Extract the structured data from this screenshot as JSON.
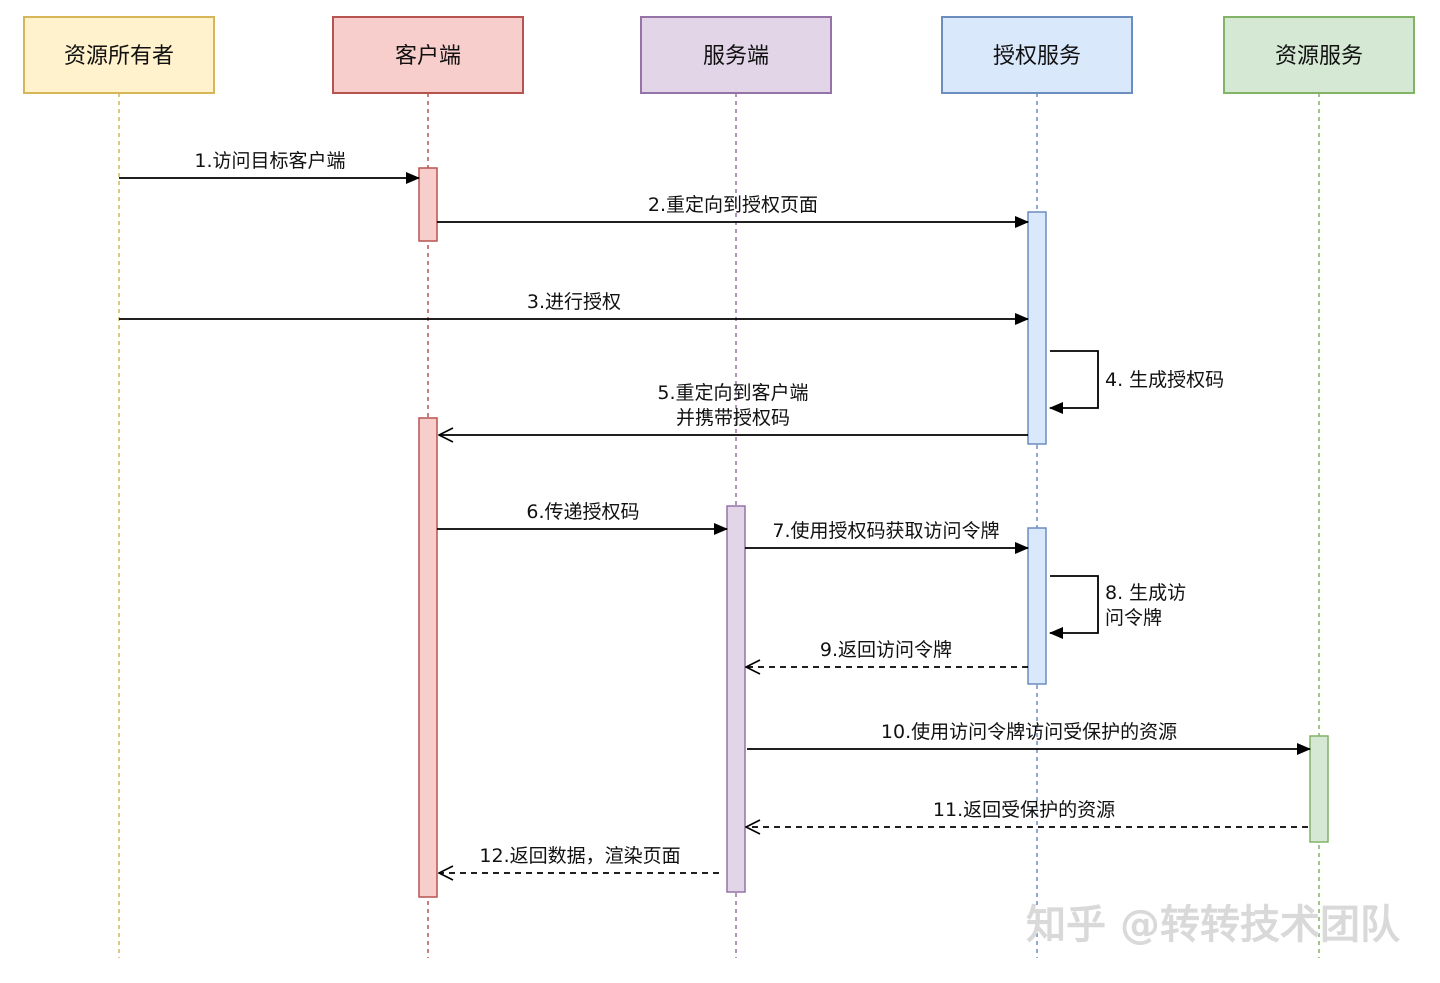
{
  "diagram": {
    "actors": [
      {
        "id": "owner",
        "label": "资源所有者",
        "fill": "#fff2cc",
        "stroke": "#d6b656"
      },
      {
        "id": "client",
        "label": "客户端",
        "fill": "#f8cecc",
        "stroke": "#b85450"
      },
      {
        "id": "server",
        "label": "服务端",
        "fill": "#e1d5e7",
        "stroke": "#9673a6"
      },
      {
        "id": "auth",
        "label": "授权服务",
        "fill": "#dae8fc",
        "stroke": "#6c8ebf"
      },
      {
        "id": "res",
        "label": "资源服务",
        "fill": "#d5e8d4",
        "stroke": "#82b366"
      }
    ],
    "messages": [
      {
        "id": "m1",
        "from": "owner",
        "to": "client",
        "style": "solid",
        "lines": [
          "1.访问目标客户端"
        ]
      },
      {
        "id": "m2",
        "from": "client",
        "to": "auth",
        "style": "solid",
        "lines": [
          "2.重定向到授权页面"
        ]
      },
      {
        "id": "m3",
        "from": "owner",
        "to": "auth",
        "style": "solid",
        "lines": [
          "3.进行授权"
        ]
      },
      {
        "id": "m4",
        "from": "auth",
        "to": "auth",
        "style": "self",
        "lines": [
          "4. 生成授权码"
        ]
      },
      {
        "id": "m5",
        "from": "auth",
        "to": "client",
        "style": "open",
        "lines": [
          "5.重定向到客户端",
          "并携带授权码"
        ]
      },
      {
        "id": "m6",
        "from": "client",
        "to": "server",
        "style": "solid",
        "lines": [
          "6.传递授权码"
        ]
      },
      {
        "id": "m7",
        "from": "server",
        "to": "auth",
        "style": "solid",
        "lines": [
          "7.使用授权码获取访问令牌"
        ]
      },
      {
        "id": "m8",
        "from": "auth",
        "to": "auth",
        "style": "self",
        "lines": [
          "8. 生成访",
          "问令牌"
        ]
      },
      {
        "id": "m9",
        "from": "auth",
        "to": "server",
        "style": "dashed",
        "lines": [
          "9.返回访问令牌"
        ]
      },
      {
        "id": "m10",
        "from": "server",
        "to": "res",
        "style": "solid",
        "lines": [
          "10.使用访问令牌访问受保护的资源"
        ]
      },
      {
        "id": "m11",
        "from": "res",
        "to": "server",
        "style": "dashed",
        "lines": [
          "11.返回受保护的资源"
        ]
      },
      {
        "id": "m12",
        "from": "server",
        "to": "client",
        "style": "dashed",
        "lines": [
          "12.返回数据，渲染页面"
        ]
      }
    ]
  },
  "watermark": "知乎 @转转技术团队"
}
